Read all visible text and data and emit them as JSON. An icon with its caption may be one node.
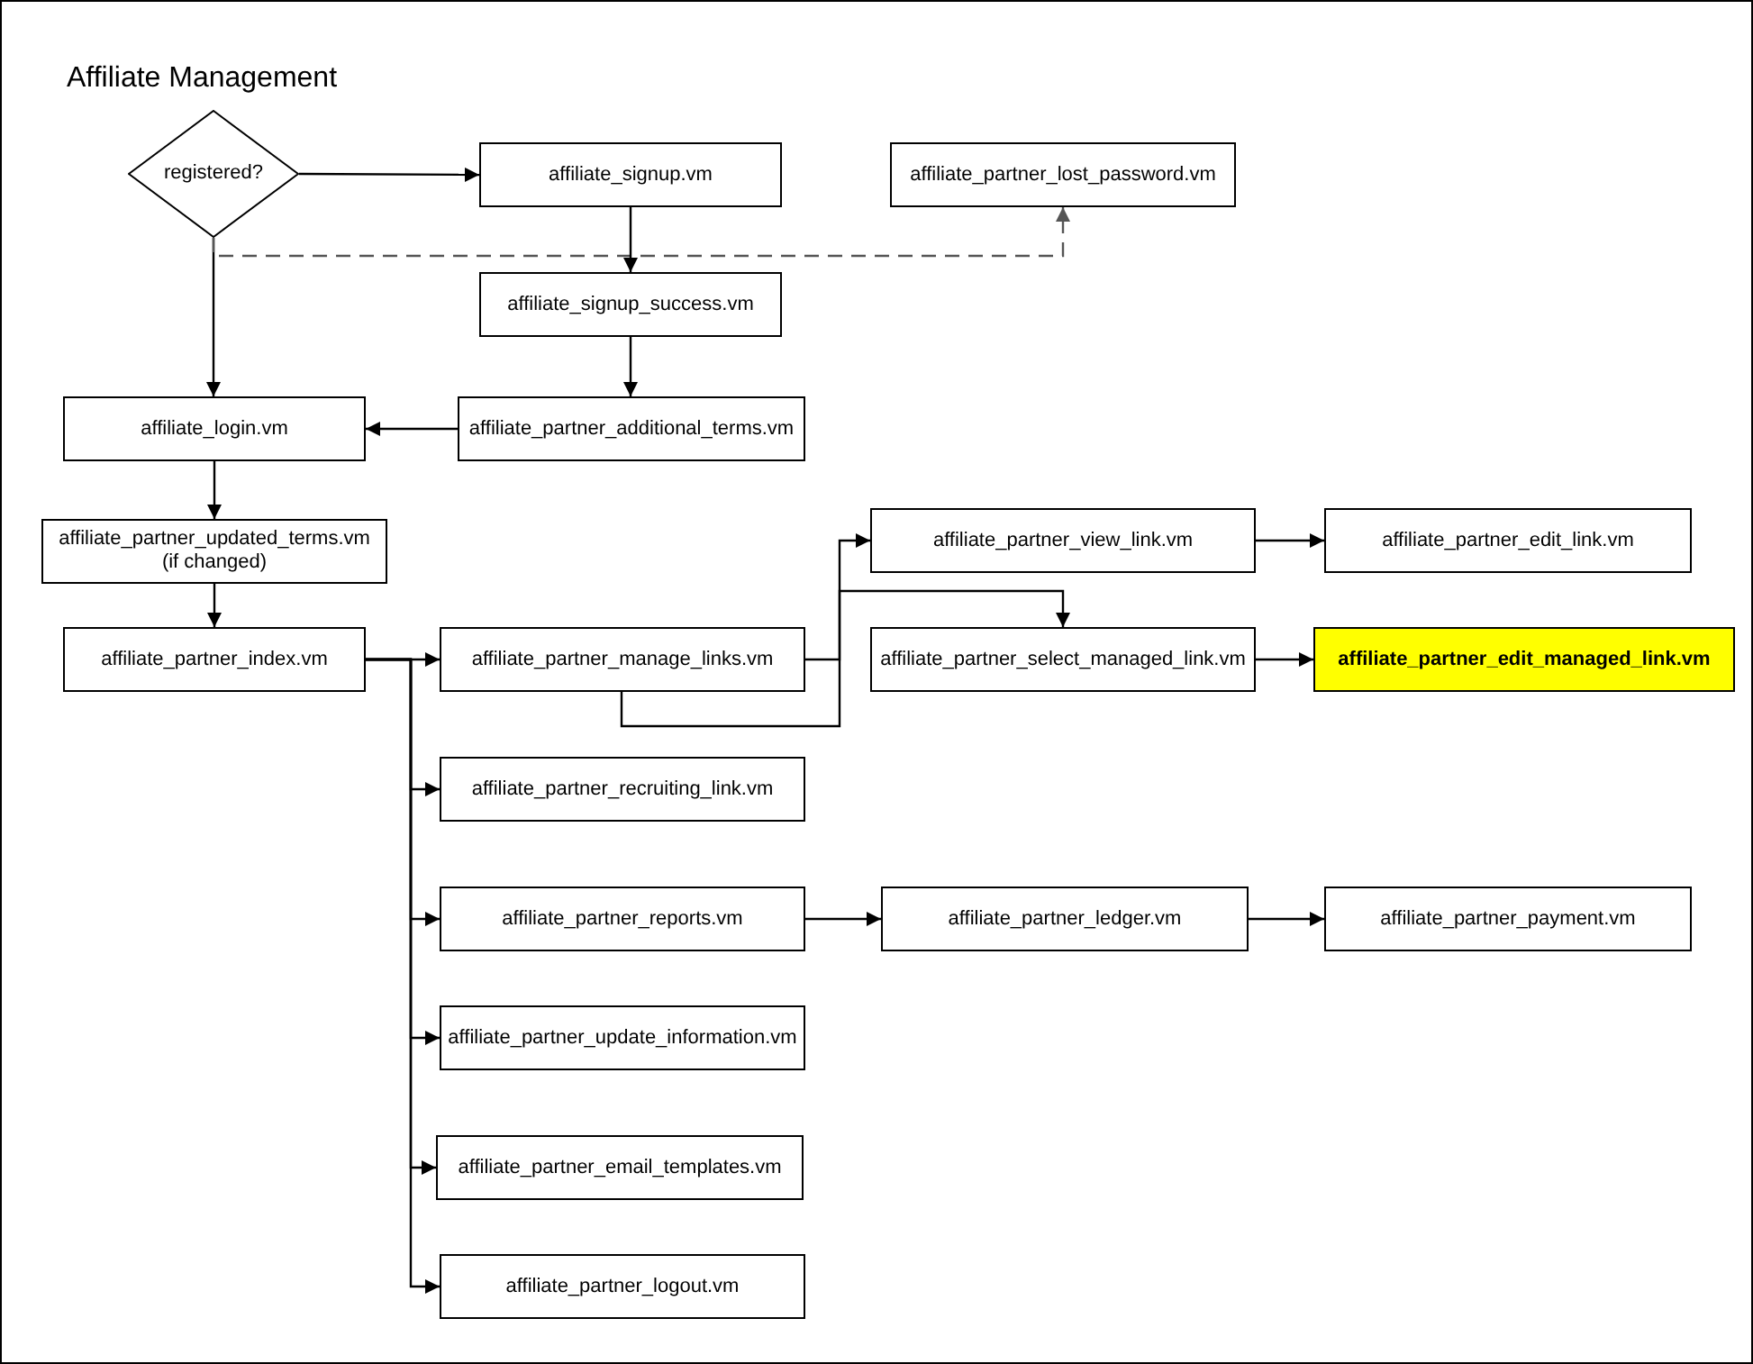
{
  "diagram": {
    "title": "Affiliate Management",
    "nodes": [
      {
        "text": [
          "registered?"
        ]
      },
      {
        "text": [
          "affiliate_signup.vm"
        ]
      },
      {
        "text": [
          "affiliate_partner_lost_password.vm"
        ]
      },
      {
        "text": [
          "affiliate_signup_success.vm"
        ]
      },
      {
        "text": [
          "affiliate_login.vm"
        ]
      },
      {
        "text": [
          "affiliate_partner_additional_terms.vm"
        ]
      },
      {
        "text": [
          "affiliate_partner_updated_terms.vm",
          "(if changed)"
        ]
      },
      {
        "text": [
          "affiliate_partner_index.vm"
        ]
      },
      {
        "text": [
          "affiliate_partner_manage_links.vm"
        ]
      },
      {
        "text": [
          "affiliate_partner_view_link.vm"
        ]
      },
      {
        "text": [
          "affiliate_partner_edit_link.vm"
        ]
      },
      {
        "text": [
          "affiliate_partner_select_managed_link.vm"
        ]
      },
      {
        "text": [
          "affiliate_partner_edit_managed_link.vm"
        ]
      },
      {
        "text": [
          "affiliate_partner_recruiting_link.vm"
        ]
      },
      {
        "text": [
          "affiliate_partner_reports.vm"
        ]
      },
      {
        "text": [
          "affiliate_partner_ledger.vm"
        ]
      },
      {
        "text": [
          "affiliate_partner_payment.vm"
        ]
      },
      {
        "text": [
          "affiliate_partner_update_information.vm"
        ]
      },
      {
        "text": [
          "affiliate_partner_email_templates.vm"
        ]
      },
      {
        "text": [
          "affiliate_partner_logout.vm"
        ]
      }
    ],
    "edges": [
      {
        "from": 0,
        "to": 1,
        "arrow": "to"
      },
      {
        "from": 0,
        "to": 4,
        "arrow": "to"
      },
      {
        "from": 0,
        "to": 2,
        "arrow": "to",
        "style": "dashed",
        "color": "#555555"
      },
      {
        "from": 1,
        "to": 3,
        "arrow": "to"
      },
      {
        "from": 3,
        "to": 5,
        "arrow": "to"
      },
      {
        "from": 5,
        "to": 4,
        "arrow": "to"
      },
      {
        "from": 4,
        "to": 6,
        "arrow": "to"
      },
      {
        "from": 6,
        "to": 7,
        "arrow": "to"
      },
      {
        "from": 7,
        "to": 8,
        "arrow": "to"
      },
      {
        "from": 7,
        "to": 13,
        "arrow": "to"
      },
      {
        "from": 7,
        "to": 14,
        "arrow": "to"
      },
      {
        "from": 7,
        "to": 17,
        "arrow": "to"
      },
      {
        "from": 7,
        "to": 18,
        "arrow": "to"
      },
      {
        "from": 7,
        "to": 19,
        "arrow": "to"
      },
      {
        "from": 8,
        "to": 9,
        "arrow": "to"
      },
      {
        "from": 8,
        "to": 11,
        "arrow": "to"
      },
      {
        "from": 9,
        "to": 10,
        "arrow": "to"
      },
      {
        "from": 11,
        "to": 12,
        "arrow": "to"
      },
      {
        "from": 14,
        "to": 15,
        "arrow": "to"
      },
      {
        "from": 15,
        "to": 16,
        "arrow": "to"
      }
    ]
  }
}
